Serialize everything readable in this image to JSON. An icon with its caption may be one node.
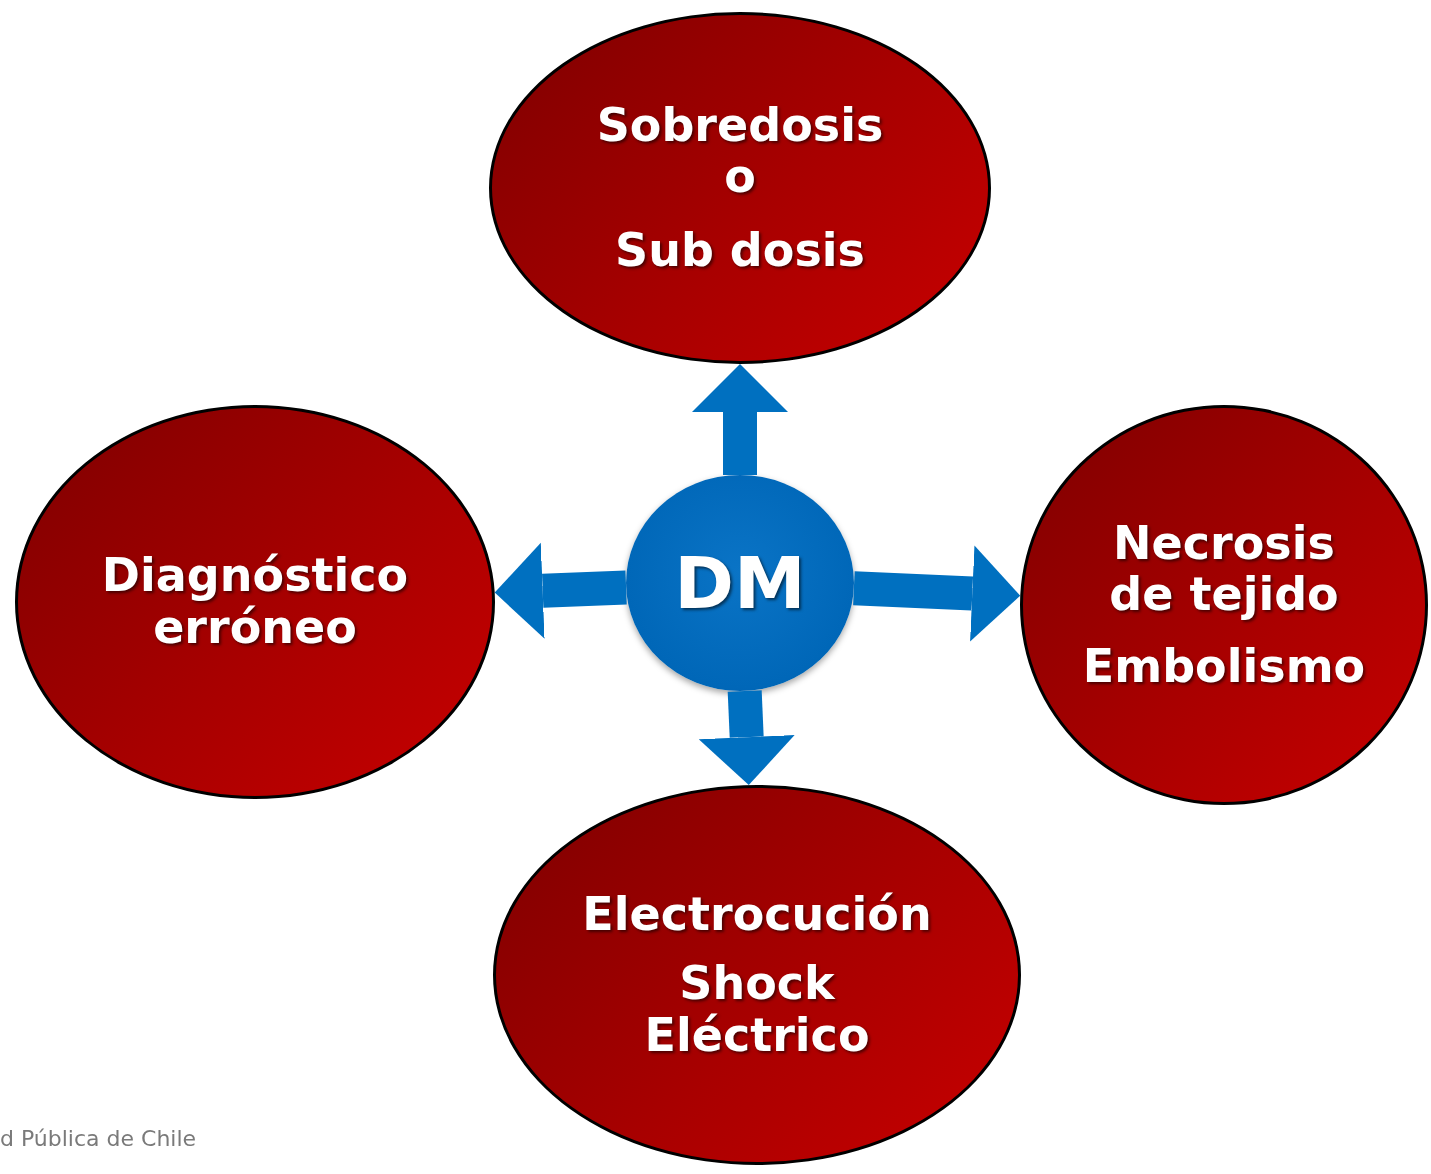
{
  "diagram": {
    "nodes": [
      {
        "text": [
          "Sobredosis o",
          "Sub dosis"
        ]
      },
      {
        "text": [
          "Diagnóstico erróneo"
        ]
      },
      {
        "text": [
          "DM"
        ]
      },
      {
        "text": [
          "Necrosis de tejido",
          "Embolismo"
        ]
      },
      {
        "text": [
          "Electrocución",
          "Shock Eléctrico"
        ]
      }
    ],
    "edges": [
      {
        "from": 2,
        "to": 0,
        "arrow": "to"
      },
      {
        "from": 2,
        "to": 1,
        "arrow": "to"
      },
      {
        "from": 2,
        "to": 3,
        "arrow": "to"
      },
      {
        "from": 2,
        "to": 4,
        "arrow": "to"
      }
    ],
    "labels": [
      "d Pública de Chile"
    ]
  }
}
